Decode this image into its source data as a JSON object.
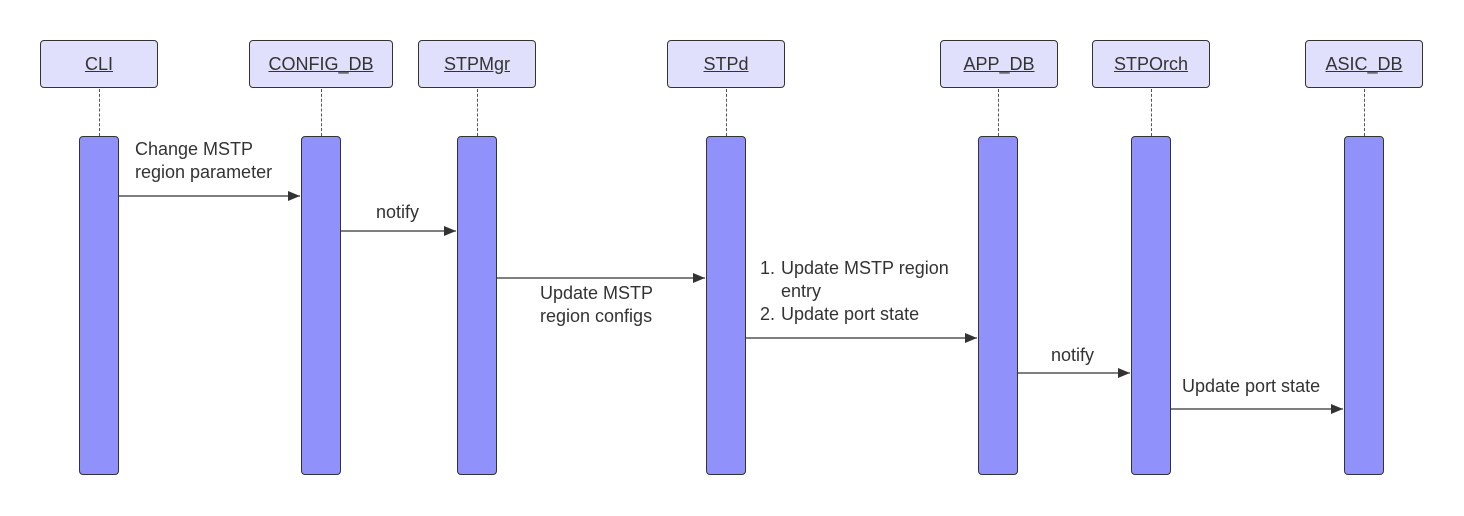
{
  "actors": [
    {
      "id": "cli",
      "label": "CLI"
    },
    {
      "id": "config_db",
      "label": "CONFIG_DB"
    },
    {
      "id": "stpmgr",
      "label": "STPMgr"
    },
    {
      "id": "stpd",
      "label": "STPd"
    },
    {
      "id": "app_db",
      "label": "APP_DB"
    },
    {
      "id": "stporch",
      "label": "STPOrch"
    },
    {
      "id": "asic_db",
      "label": "ASIC_DB"
    }
  ],
  "messages": {
    "m1": {
      "line1": "Change MSTP",
      "line2": "region parameter"
    },
    "m2": {
      "label": "notify"
    },
    "m3": {
      "line1": "Update MSTP",
      "line2": "region configs"
    },
    "m4": {
      "n1": "1.",
      "step1a": "Update MSTP region",
      "step1b": "entry",
      "n2": "2.",
      "step2": "Update port state"
    },
    "m5": {
      "label": "notify"
    },
    "m6": {
      "label": "Update port state"
    }
  },
  "colors": {
    "actor_fill": "#e0e0fc",
    "activation_fill": "#9191fc",
    "stroke": "#333333"
  }
}
